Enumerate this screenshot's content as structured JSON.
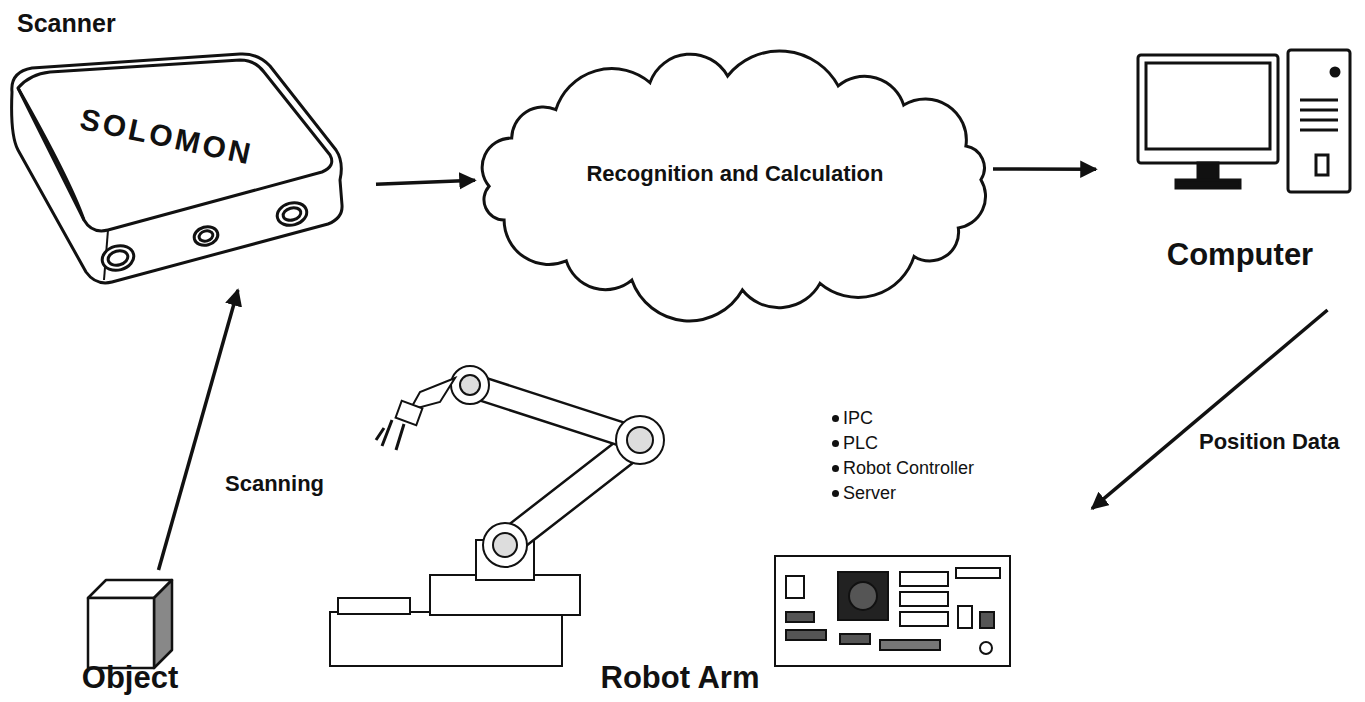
{
  "diagram": {
    "nodes": [
      {
        "text": [
          "Scanner"
        ]
      },
      {
        "text": [
          "Recognition and Calculation"
        ]
      },
      {
        "text": [
          "Computer"
        ]
      },
      {
        "text": [
          "Robot Arm"
        ]
      },
      {
        "text": [
          "Object"
        ]
      }
    ],
    "edges": [
      {
        "from": 0,
        "to": 1,
        "arrow": "to"
      },
      {
        "from": 1,
        "to": 2,
        "arrow": "to"
      },
      {
        "from": 2,
        "to": 3,
        "label": "Position Data",
        "arrow": "to"
      },
      {
        "from": 4,
        "to": 0,
        "label": "Scanning",
        "arrow": "to"
      }
    ],
    "labels": [
      "SOLOMON",
      "IPC",
      "PLC",
      "Robot Controller",
      "Server"
    ]
  }
}
